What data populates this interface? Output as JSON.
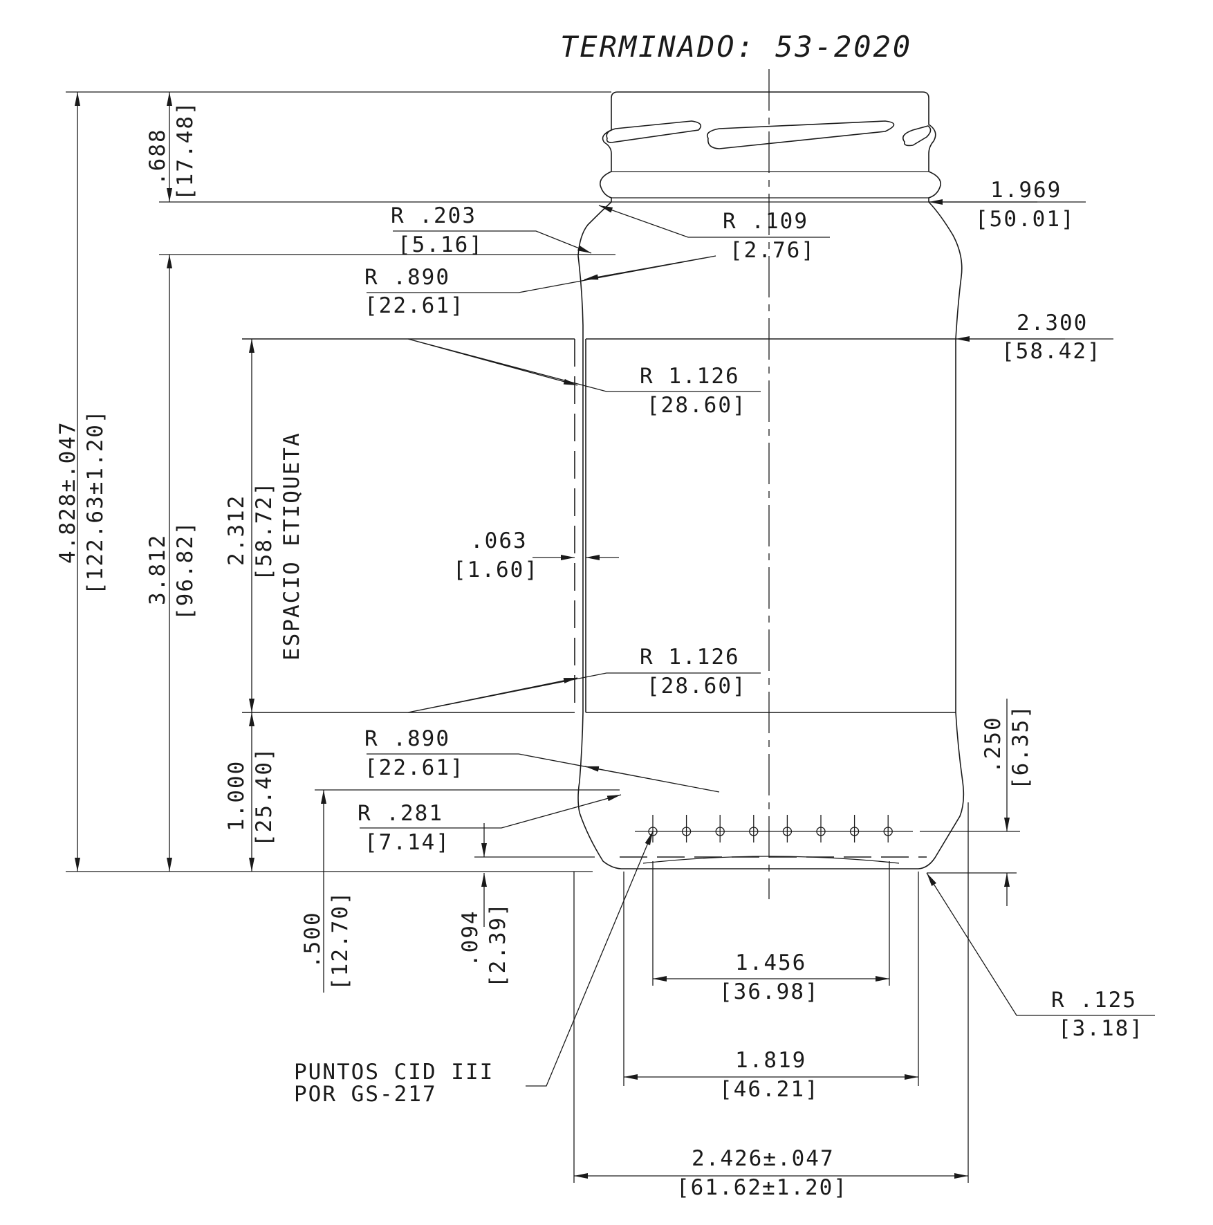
{
  "title": "TERMINADO: 53-2020",
  "dimensions": {
    "overall_height": "4.828±.047",
    "overall_height_mm": "[122.63±1.20]",
    "shoulder_height": "3.812",
    "shoulder_height_mm": "[96.82]",
    "finish_height": ".688",
    "finish_height_mm": "[17.48]",
    "label_height": "2.312",
    "label_height_mm": "[58.72]",
    "label_text": "ESPACIO ETIQUETA",
    "lower_height": "1.000",
    "lower_height_mm": "[25.40]",
    "heel_height": ".500",
    "heel_height_mm": "[12.70]",
    "base_recess": ".094",
    "base_recess_mm": "[2.39]",
    "dots_height": ".250",
    "dots_height_mm": "[6.35]",
    "neck_diameter": "1.969",
    "neck_diameter_mm": "[50.01]",
    "body_diameter": "2.300",
    "body_diameter_mm": "[58.42]",
    "label_recess": ".063",
    "label_recess_mm": "[1.60]",
    "dot_span": "1.456",
    "dot_span_mm": "[36.98]",
    "bearing_diameter": "1.819",
    "bearing_diameter_mm": "[46.21]",
    "max_diameter": "2.426±.047",
    "max_diameter_mm": "[61.62±1.20]"
  },
  "radii": {
    "r203": "R .203",
    "r203_mm": "[5.16]",
    "r109": "R .109",
    "r109_mm": "[2.76]",
    "r890_top": "R .890",
    "r890_top_mm": "[22.61]",
    "r1126_top": "R 1.126",
    "r1126_top_mm": "[28.60]",
    "r1126_bottom": "R 1.126",
    "r1126_bottom_mm": "[28.60]",
    "r890_bottom": "R .890",
    "r890_bottom_mm": "[22.61]",
    "r281": "R .281",
    "r281_mm": "[7.14]",
    "r125": "R .125",
    "r125_mm": "[3.18]"
  },
  "notes": {
    "dots_line1": "PUNTOS CID III",
    "dots_line2": "POR GS-217"
  }
}
